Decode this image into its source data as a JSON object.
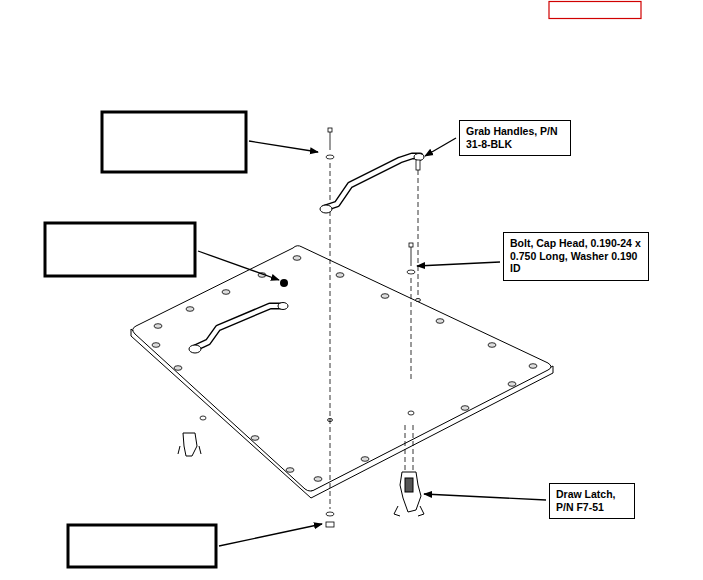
{
  "diagram": {
    "nodes": [
      {
        "text": [
          "Grab Handles, P/N 31-8-BLK"
        ]
      },
      {
        "text": [
          "Bolt, Cap Head, 0.190-24 x 0.750 Long, Washer 0.190 ID"
        ]
      },
      {
        "text": [
          "Draw Latch, P/N F7-51"
        ]
      }
    ]
  }
}
